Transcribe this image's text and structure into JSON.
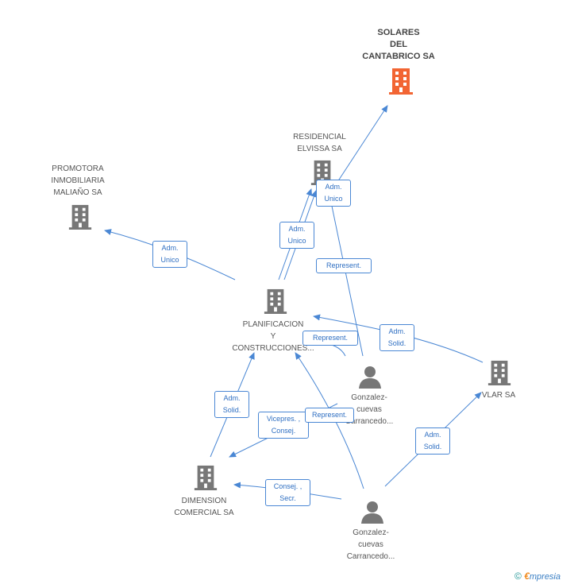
{
  "colors": {
    "edge": "#4a87d4",
    "company": "#777777",
    "main_company": "#f26533",
    "person": "#777777"
  },
  "nodes": {
    "solares": {
      "label": "SOLARES\nDEL\nCANTABRICO SA",
      "icon": "building-icon"
    },
    "residencial": {
      "label": "RESIDENCIAL\nELVISSA SA",
      "icon": "building-icon"
    },
    "promotora": {
      "label": "PROMOTORA\nINMOBILIARIA\nMALIAÑO SA",
      "icon": "building-icon"
    },
    "planificacion": {
      "label": "PLANIFICACION\nY\nCONSTRUCCIONES...",
      "icon": "building-icon"
    },
    "vlar": {
      "label": "VLAR SA",
      "icon": "building-icon"
    },
    "dimension": {
      "label": "DIMENSION\nCOMERCIAL SA",
      "icon": "building-icon"
    },
    "person1": {
      "label": "Gonzalez-\ncuevas\nCarrancedo...",
      "icon": "person-icon"
    },
    "person2": {
      "label": "Gonzalez-\ncuevas\nCarrancedo...",
      "icon": "person-icon"
    }
  },
  "badges": {
    "b1": "Adm.\nUnico",
    "b2": "Adm.\nUnico",
    "b3": "Adm.\nUnico",
    "b4": "Represent.",
    "b5": "Represent.",
    "b6": "Adm.\nSolid.",
    "b7": "Adm.\nSolid.",
    "b8": "Vicepres. ,\nConsej.",
    "b9": "Represent.",
    "b10": "Adm.\nSolid.",
    "b11": "Consej. ,\nSecr."
  },
  "footer": {
    "copyright": "©",
    "brand_first": "€",
    "brand_rest": "mpresia"
  }
}
